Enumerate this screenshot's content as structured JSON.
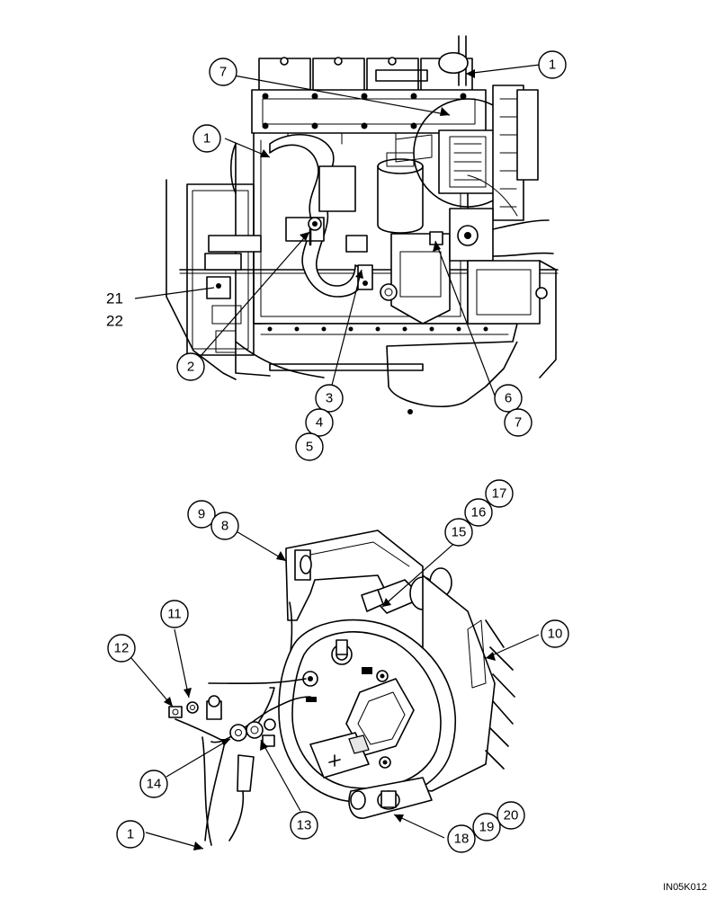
{
  "drawing_code": "IN05K012",
  "callouts": [
    {
      "label": "1"
    },
    {
      "label": "7"
    },
    {
      "label": "1"
    },
    {
      "label": "2"
    },
    {
      "label": "3"
    },
    {
      "label": "4"
    },
    {
      "label": "5"
    },
    {
      "label": "6"
    },
    {
      "label": "7"
    },
    {
      "label": "9"
    },
    {
      "label": "8"
    },
    {
      "label": "17"
    },
    {
      "label": "16"
    },
    {
      "label": "15"
    },
    {
      "label": "10"
    },
    {
      "label": "11"
    },
    {
      "label": "12"
    },
    {
      "label": "14"
    },
    {
      "label": "13"
    },
    {
      "label": "1"
    },
    {
      "label": "18"
    },
    {
      "label": "19"
    },
    {
      "label": "20"
    }
  ],
  "plain_labels": [
    {
      "label": "21"
    },
    {
      "label": "22"
    }
  ]
}
